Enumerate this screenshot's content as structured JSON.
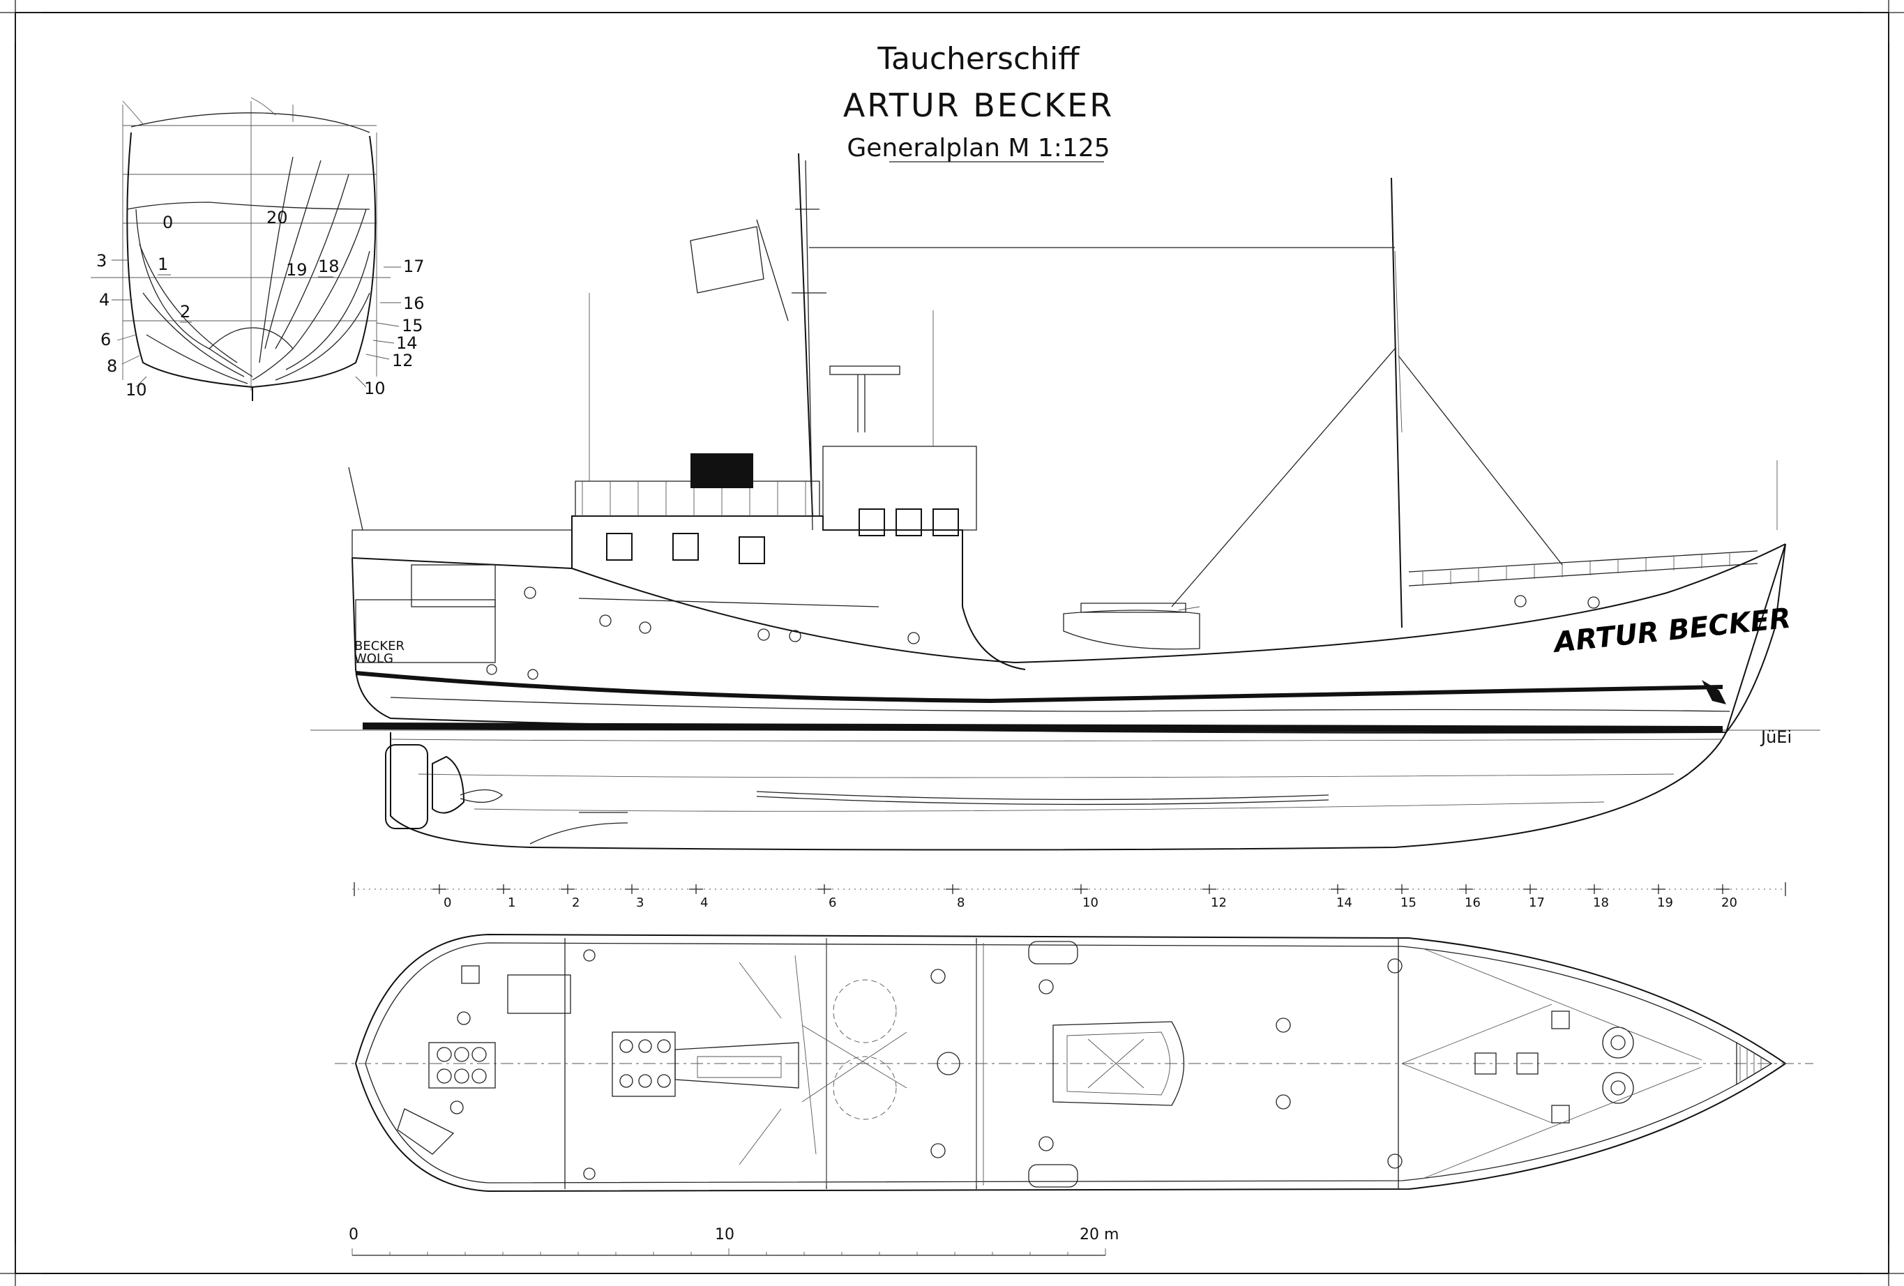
{
  "title": {
    "line1": "Taucherschiff",
    "line2": "ARTUR  BECKER",
    "line3": "Generalplan M 1:125"
  },
  "hull_name": "ARTUR BECKER",
  "stern_name": "BECKER",
  "stern_port": "WOLG",
  "signature": "JüEi",
  "body_plan": {
    "station_labels": [
      "0",
      "20",
      "1",
      "19",
      "18",
      "17",
      "3",
      "4",
      "2",
      "16",
      "15",
      "14",
      "6",
      "8",
      "12",
      "10",
      "10"
    ]
  },
  "stations": [
    "0",
    "1",
    "2",
    "3",
    "4",
    "6",
    "8",
    "10",
    "12",
    "14",
    "15",
    "16",
    "17",
    "18",
    "19",
    "20"
  ],
  "scale_bar": {
    "start": "0",
    "mid": "10",
    "end": "20 m"
  }
}
